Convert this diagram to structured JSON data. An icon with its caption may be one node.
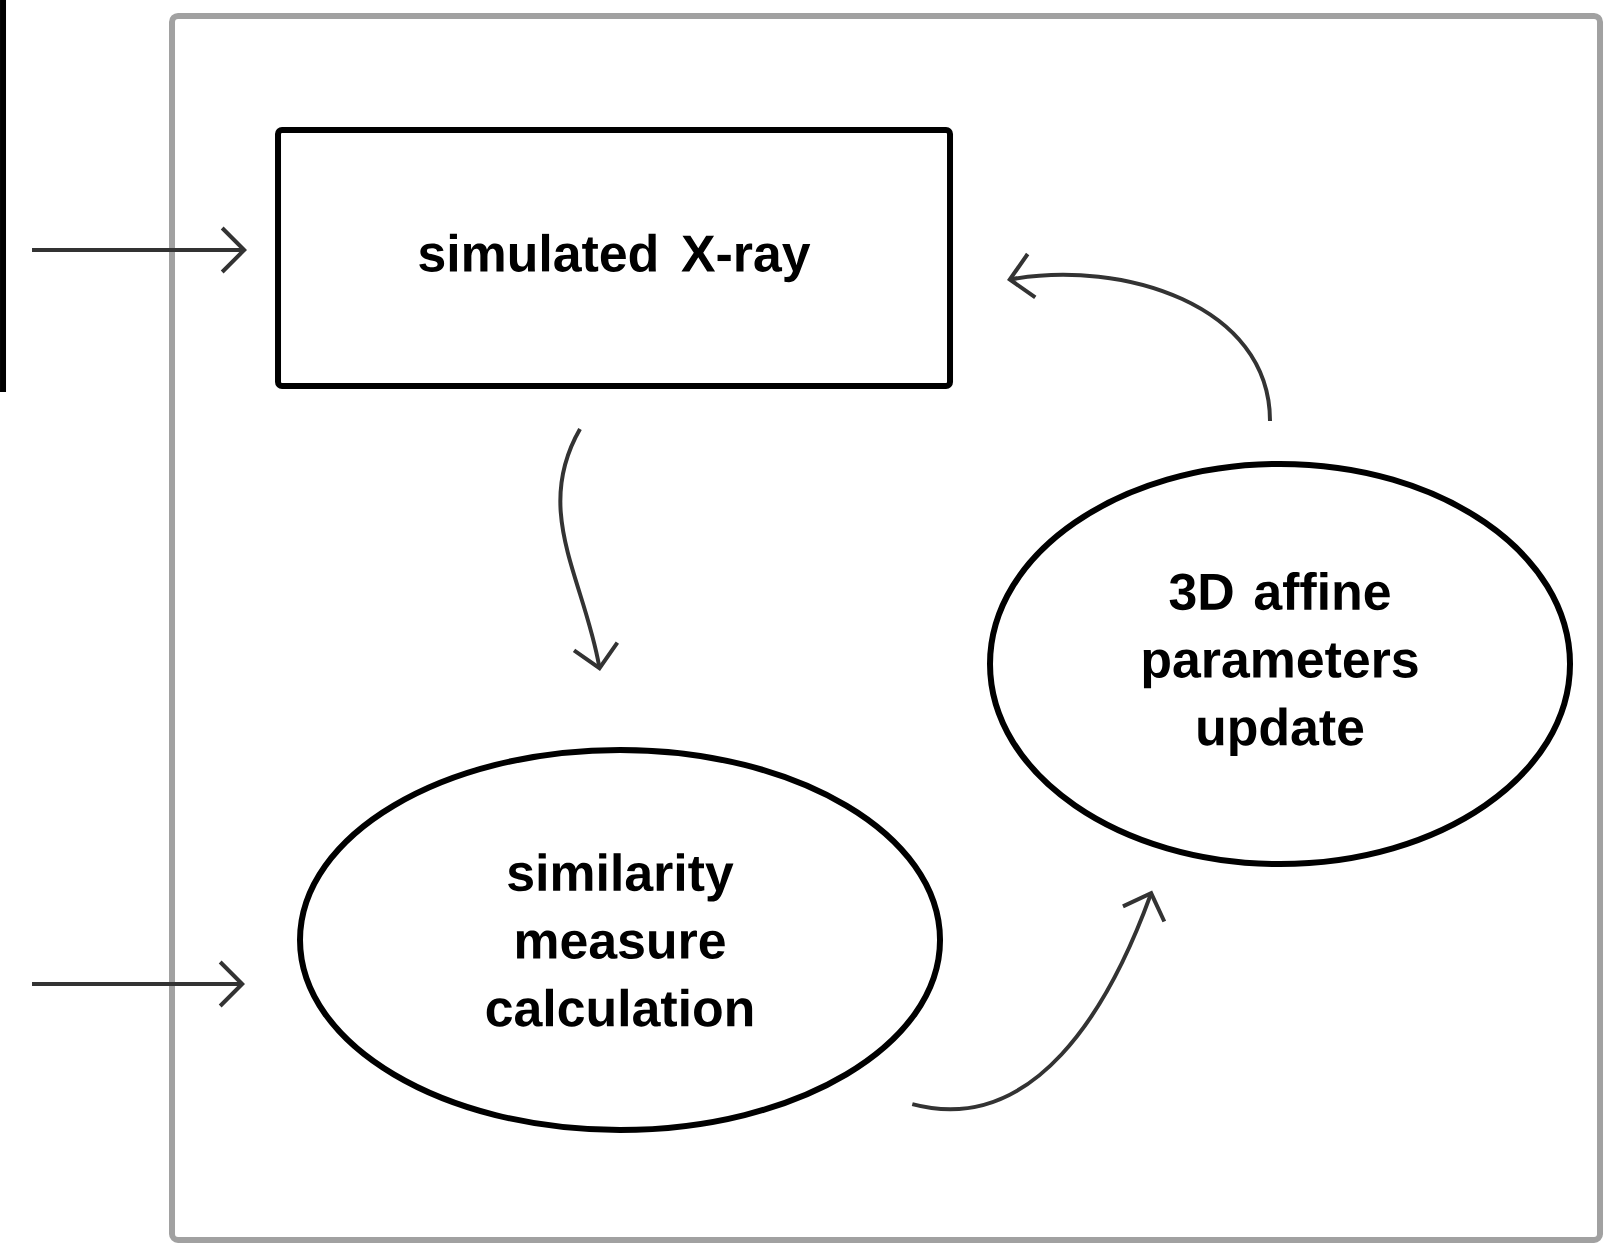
{
  "diagram": {
    "nodes": [
      {
        "text": [],
        "shape": "box"
      },
      {
        "text": [
          "simulated X-ray"
        ],
        "in": 0
      },
      {
        "text": [
          "similarity measure calculation"
        ],
        "in": 0
      },
      {
        "text": [
          "3D affine parameters update"
        ],
        "in": 0
      }
    ],
    "edges": [
      {
        "from": null,
        "to": 1,
        "arrow": "to"
      },
      {
        "from": null,
        "to": 2,
        "arrow": "to"
      },
      {
        "from": 1,
        "to": 2,
        "arrow": "to"
      },
      {
        "from": 2,
        "to": 3,
        "arrow": "to"
      },
      {
        "from": 3,
        "to": 1,
        "arrow": "to"
      }
    ]
  }
}
